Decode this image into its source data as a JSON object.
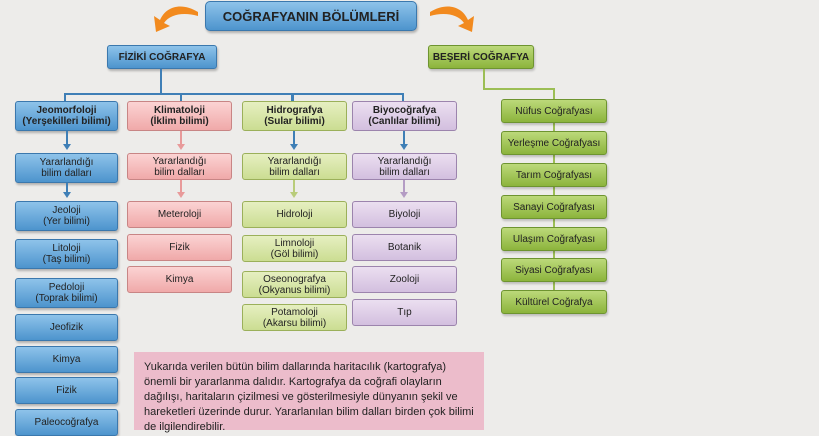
{
  "title": "COĞRAFYANIN BÖLÜMLERİ",
  "fiziki": {
    "label": "FİZİKİ COĞRAFYA",
    "branches": [
      {
        "title": "Jeomorfoloji",
        "subtitle": "(Yerşekilleri bilimi)",
        "used": "Yararlandığı",
        "used2": "bilim dalları",
        "items": [
          {
            "l1": "Jeoloji",
            "l2": "(Yer bilimi)"
          },
          {
            "l1": "Litoloji",
            "l2": "(Taş bilimi)"
          },
          {
            "l1": "Pedoloji",
            "l2": "(Toprak bilimi)"
          },
          {
            "l1": "Jeofizik"
          },
          {
            "l1": "Kimya"
          },
          {
            "l1": "Fizik"
          },
          {
            "l1": "Paleocoğrafya"
          }
        ]
      },
      {
        "title": "Klimatoloji",
        "subtitle": "(İklim bilimi)",
        "used": "Yararlandığı",
        "used2": "bilim dalları",
        "items": [
          {
            "l1": "Meteroloji"
          },
          {
            "l1": "Fizik"
          },
          {
            "l1": "Kimya"
          }
        ]
      },
      {
        "title": "Hidrografya",
        "subtitle": "(Sular bilimi)",
        "used": "Yararlandığı",
        "used2": "bilim dalları",
        "items": [
          {
            "l1": "Hidroloji"
          },
          {
            "l1": "Limnoloji",
            "l2": "(Göl bilimi)"
          },
          {
            "l1": "Oseonografya",
            "l2": "(Okyanus bilimi)"
          },
          {
            "l1": "Potamoloji",
            "l2": "(Akarsu bilimi)"
          }
        ]
      },
      {
        "title": "Biyocoğrafya",
        "subtitle": "(Canlılar bilimi)",
        "used": "Yararlandığı",
        "used2": "bilim dalları",
        "items": [
          {
            "l1": "Biyoloji"
          },
          {
            "l1": "Botanik"
          },
          {
            "l1": "Zooloji"
          },
          {
            "l1": "Tıp"
          }
        ]
      }
    ]
  },
  "beseri": {
    "label": "BEŞERİ COĞRAFYA",
    "items": [
      "Nüfus Coğrafyası",
      "Yerleşme Coğrafyası",
      "Tarım Coğrafyası",
      "Sanayi Coğrafyası",
      "Ulaşım Coğrafyası",
      "Siyasi Coğrafyası",
      "Kültürel Coğrafya"
    ]
  },
  "note": "Yukarıda verilen bütün bilim dallarında haritacılık (kartografya) önemli bir yararlanma dalıdır. Kartografya da coğrafi olayların dağılışı, haritaların çizilmesi ve gösterilmesiyle dünyanın şekil ve hareketleri üzerinde durur. Yararlanılan bilim dalları birden çok bilimi de ilgilendirebilir.",
  "colors": {
    "blue": "#4d94cd",
    "red": "#f0a9a9",
    "green": "#cbdd92",
    "purple": "#d3bfdf",
    "beseri": "#8cb43c",
    "arrow": "#f28a1e",
    "note": "#ecbccb"
  }
}
